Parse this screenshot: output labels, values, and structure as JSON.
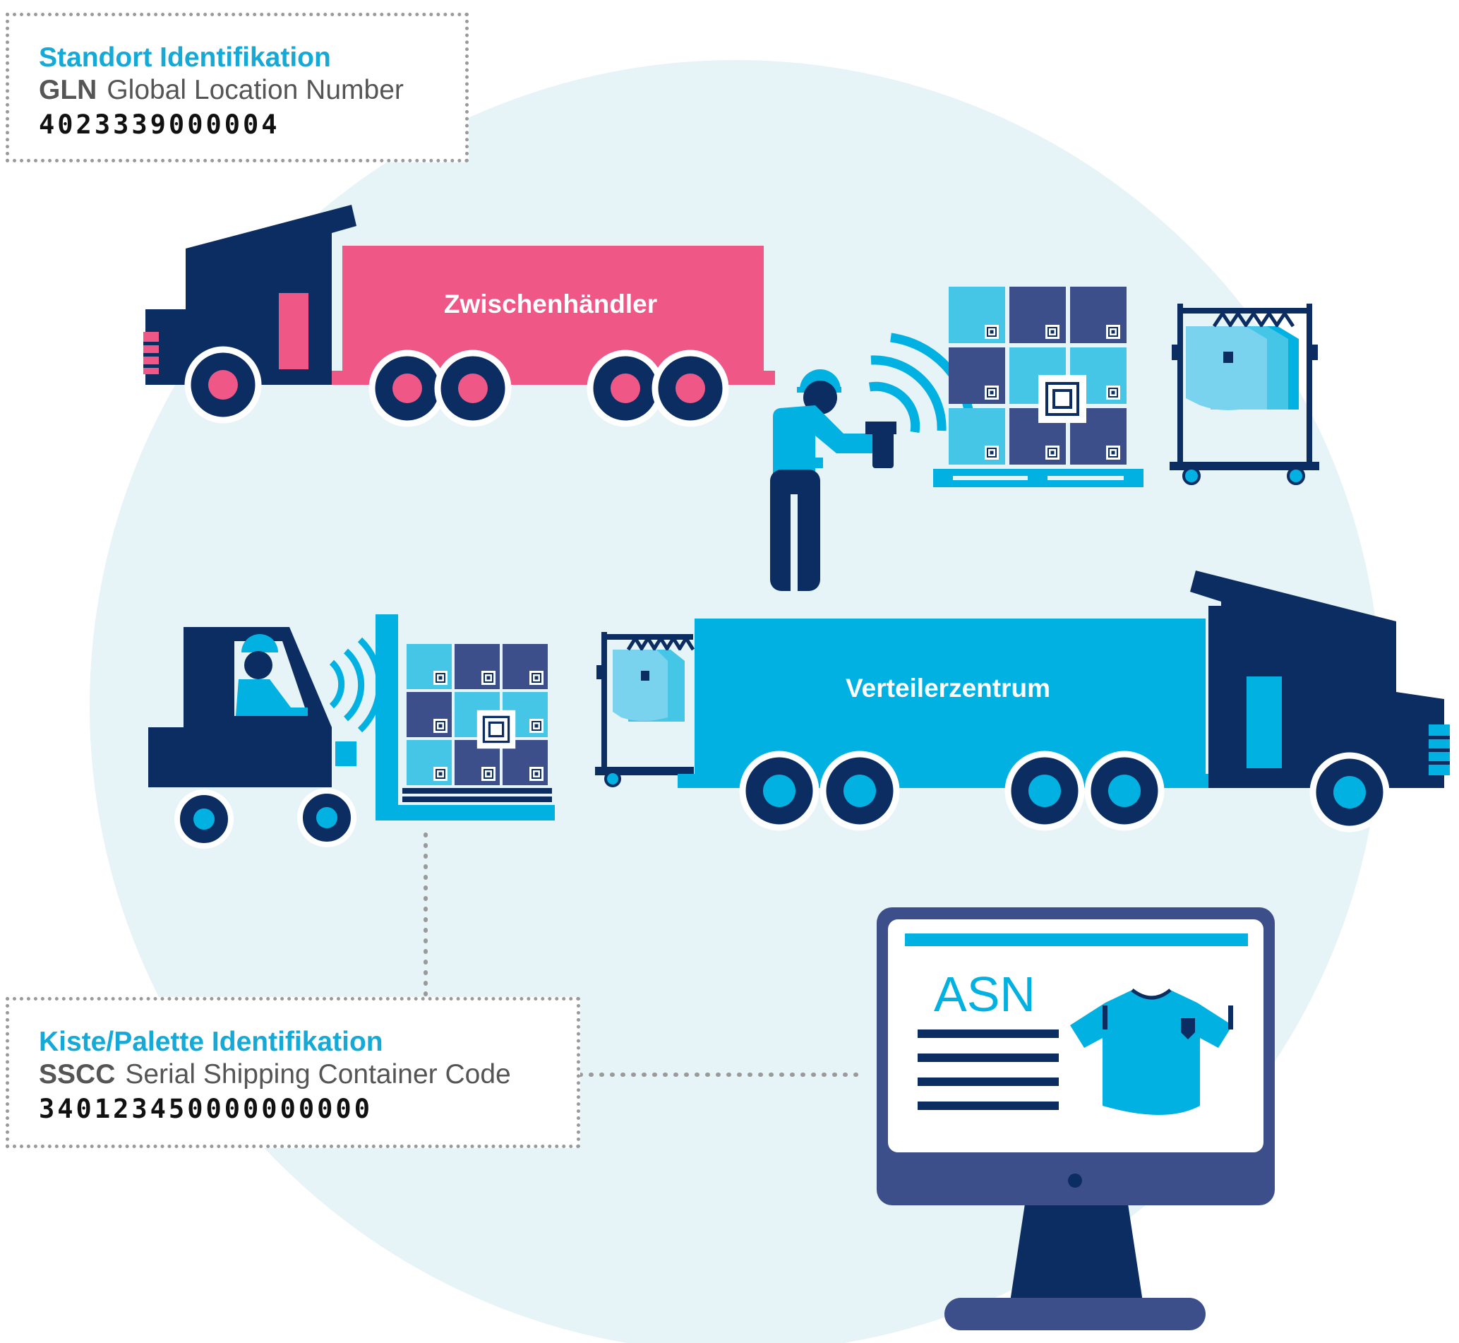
{
  "colors": {
    "navy": "#0b2d62",
    "pink": "#ef5787",
    "cyan": "#00b1e1",
    "light_cyan": "#45c6e6",
    "pale_cyan": "#7ad3ee",
    "slate": "#3d4f8b",
    "circle_bg": "#e6f3f7",
    "accent_blue": "#14a9d6"
  },
  "location_box": {
    "title": "Standort Identifikation",
    "abbr": "GLN",
    "desc": "Global Location Number",
    "number": "4023339000004"
  },
  "container_box": {
    "title": "Kiste/Palette Identifikation",
    "abbr": "SSCC",
    "desc": "Serial Shipping Container Code",
    "number": "340123450000000000"
  },
  "truck_top": {
    "label": "Zwischenhändler"
  },
  "truck_bottom": {
    "label": "Verteilerzentrum"
  },
  "monitor": {
    "label": "ASN"
  },
  "icons": [
    "truck-icon",
    "worker-scanner-icon",
    "pallet-icon",
    "clothes-rack-icon",
    "forklift-icon",
    "monitor-icon",
    "tshirt-icon"
  ]
}
